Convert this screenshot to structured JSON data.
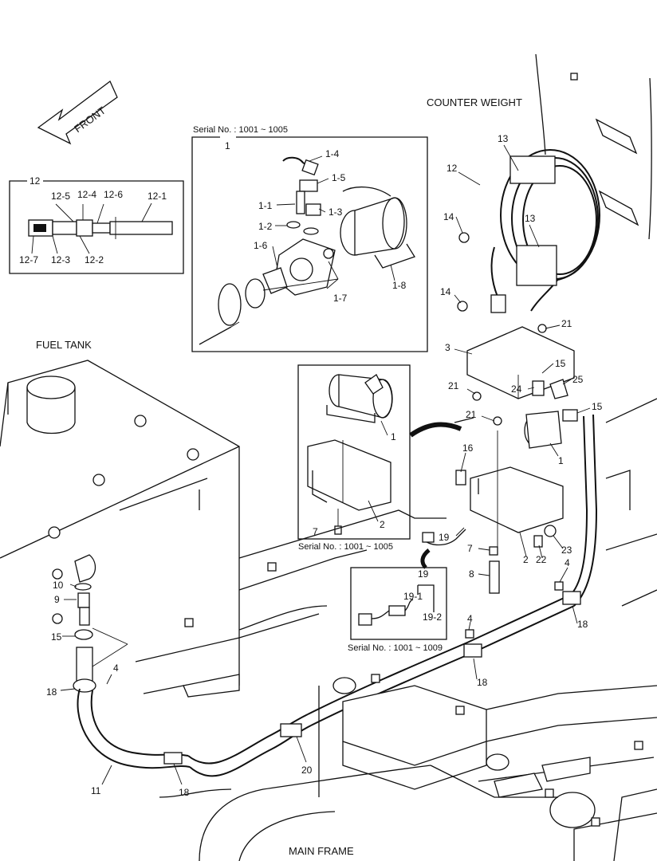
{
  "titles": {
    "front": "FRONT",
    "counter_weight": "COUNTER WEIGHT",
    "fuel_tank": "FUEL TANK",
    "main_frame": "MAIN FRAME"
  },
  "serials": {
    "pump_detail": "Serial No. : 1001 ~ 1005",
    "pump_lower": "Serial No. : 1001 ~ 1005",
    "switch_detail": "Serial No. : 1001 ~ 1009"
  },
  "callouts": {
    "c12_box": "12",
    "c12_1": "12-1",
    "c12_2": "12-2",
    "c12_3": "12-3",
    "c12_4": "12-4",
    "c12_5": "12-5",
    "c12_6": "12-6",
    "c12_7": "12-7",
    "c1_box": "1",
    "c1_1": "1-1",
    "c1_2": "1-2",
    "c1_3": "1-3",
    "c1_4": "1-4",
    "c1_5": "1-5",
    "c1_6": "1-6",
    "c1_7": "1-7",
    "c1_8": "1-8",
    "c13a": "13",
    "c13b": "13",
    "c12_main": "12",
    "c14a": "14",
    "c14b": "14",
    "c21a": "21",
    "c3": "3",
    "c15a": "15",
    "c25": "25",
    "c21b": "21",
    "c24": "24",
    "c21c": "21",
    "c15b": "15",
    "c1_mid": "1",
    "c16": "16",
    "c1_inset": "1",
    "c2_inset": "2",
    "c7_inset": "7",
    "c19_main": "19",
    "c7_main": "7",
    "c2_main": "2",
    "c22": "22",
    "c23": "23",
    "c8": "8",
    "c4a": "4",
    "c19_box": "19",
    "c19_1": "19-1",
    "c19_2": "19-2",
    "c4b": "4",
    "c18a": "18",
    "c18b": "18",
    "c10": "10",
    "c9": "9",
    "c15c": "15",
    "c4c": "4",
    "c18c": "18",
    "c11": "11",
    "c18d": "18",
    "c20": "20"
  }
}
